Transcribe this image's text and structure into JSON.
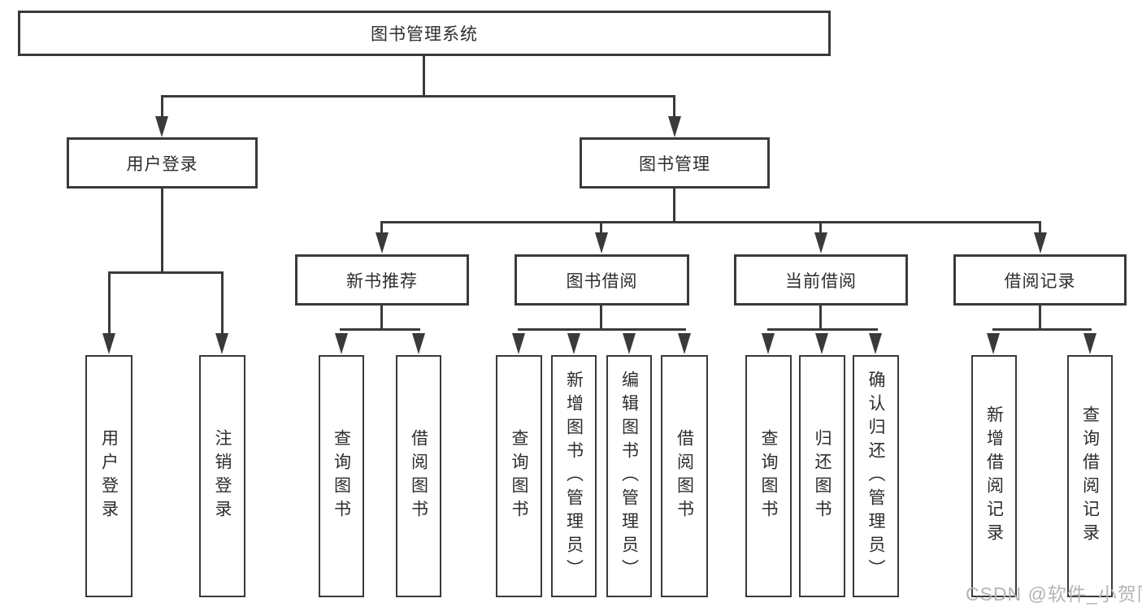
{
  "diagram": {
    "root": {
      "label": "图书管理系统"
    },
    "branches": [
      {
        "label": "用户登录",
        "children": [
          {
            "label": "用户登录"
          },
          {
            "label": "注销登录"
          }
        ]
      },
      {
        "label": "图书管理",
        "children": [
          {
            "label": "新书推荐",
            "children": [
              {
                "label": "查询图书"
              },
              {
                "label": "借阅图书"
              }
            ]
          },
          {
            "label": "图书借阅",
            "children": [
              {
                "label": "查询图书"
              },
              {
                "label": "新增图书（管理员）"
              },
              {
                "label": "编辑图书（管理员）"
              },
              {
                "label": "借阅图书"
              }
            ]
          },
          {
            "label": "当前借阅",
            "children": [
              {
                "label": "查询图书"
              },
              {
                "label": "归还图书"
              },
              {
                "label": "确认归还（管理员）"
              }
            ]
          },
          {
            "label": "借阅记录",
            "children": [
              {
                "label": "新增借阅记录"
              },
              {
                "label": "查询借阅记录"
              }
            ]
          }
        ]
      }
    ],
    "watermark": "CSDN @软件_小贺同学",
    "colors": {
      "line": "#3a3a3a",
      "box_border": "#3a3a3a",
      "box_fill": "#ffffff",
      "text": "#2d2d2d",
      "watermark": "#b4b4b4"
    }
  }
}
